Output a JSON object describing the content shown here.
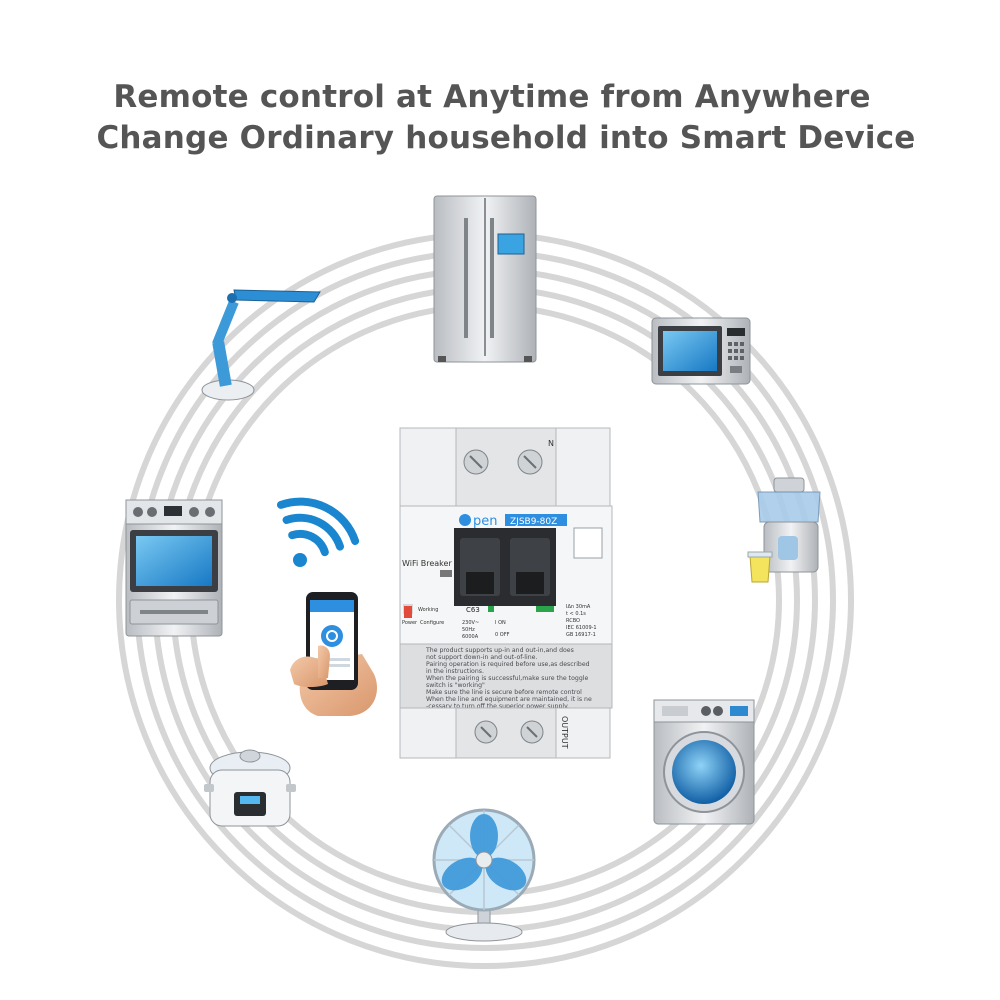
{
  "headline": {
    "line1": "Remote control at Anytime from Anywhere",
    "line2": "Change Ordinary household into Smart Device"
  },
  "breaker": {
    "brand": "pen",
    "model": "ZJSB9-80Z",
    "terminal_top": "N",
    "name_label": "WiFi Breaker",
    "rating": "C63",
    "voltage": "230V~",
    "frequency": "50Hz",
    "capacity": "6000A",
    "on_label": "I ON",
    "off_label": "0 OFF",
    "residual": "IΔn 30mA",
    "trip_time": "t < 0.1s",
    "type": "RCBO",
    "standard1": "IEC 61009-1",
    "standard2": "GB 16917-1",
    "status_working": "Working",
    "status_power": "Power",
    "status_config": "Configure",
    "output_label": "OUTPUT",
    "notes": [
      "The product supports up-in and out-in,and does",
      "not support down-in and out-of-line.",
      "Pairing operation is required before use,as described",
      "in the instructions.",
      "When the pairing is successful,make sure the toggle",
      "switch is \"working\"",
      "Make sure the line is secure before remote control",
      "When the line and equipment are maintained, it is ne",
      "-cessary to turn off the superior power supply."
    ]
  },
  "appliances": [
    "refrigerator",
    "microwave",
    "juicer",
    "washing-machine",
    "fan",
    "rice-cooker",
    "oven",
    "desk-lamp"
  ],
  "colors": {
    "ring": "#d3d3d3",
    "accent_blue": "#1a86d0",
    "text_gray": "#555555"
  }
}
